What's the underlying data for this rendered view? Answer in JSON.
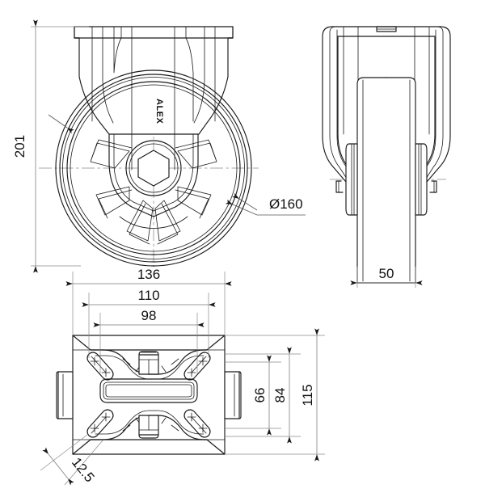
{
  "drawing": {
    "title": "Fixed caster technical drawing",
    "background_color": "#ffffff",
    "line_color": "#1a1a1a",
    "dimension_color": "#777777",
    "brand_mark": "ALEX",
    "views": {
      "front": {
        "name": "front-elevation-view"
      },
      "side": {
        "name": "side-elevation-view"
      },
      "bottom": {
        "name": "bottom-plan-view"
      }
    },
    "dimensions": {
      "overall_height": "201",
      "wheel_diameter": "Ø160",
      "wheel_width": "50",
      "plate_length": "136",
      "bolt_hole_spacing_outer": "110",
      "bolt_hole_spacing_inner": "98",
      "plate_width": "115",
      "bolt_width_outer": "84",
      "bolt_width_inner": "66",
      "plate_thickness": "12.5"
    }
  }
}
